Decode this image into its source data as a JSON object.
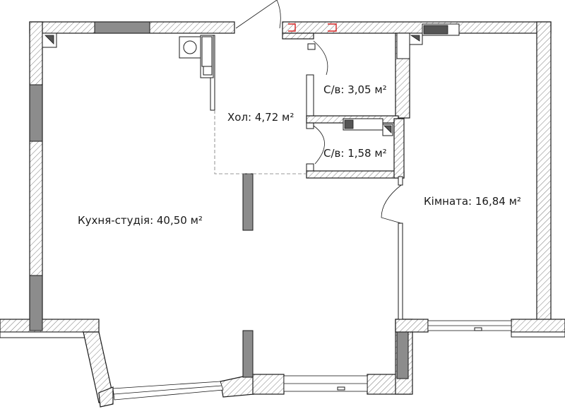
{
  "rooms": [
    {
      "id": "kitchen",
      "label": "Кухня-студія: 40,50 м²"
    },
    {
      "id": "hall",
      "label": "Хол: 4,72 м²"
    },
    {
      "id": "bath1",
      "label": "С/в: 3,05 м²"
    },
    {
      "id": "bath2",
      "label": "С/в: 1,58 м²"
    },
    {
      "id": "room",
      "label": "Кімната: 16,84 м²"
    }
  ],
  "colors": {
    "wall_outline": "#1a1a1a",
    "hatch": "#7a7a7a",
    "column": "#8c8c8c",
    "riser_mark": "#d42020"
  }
}
